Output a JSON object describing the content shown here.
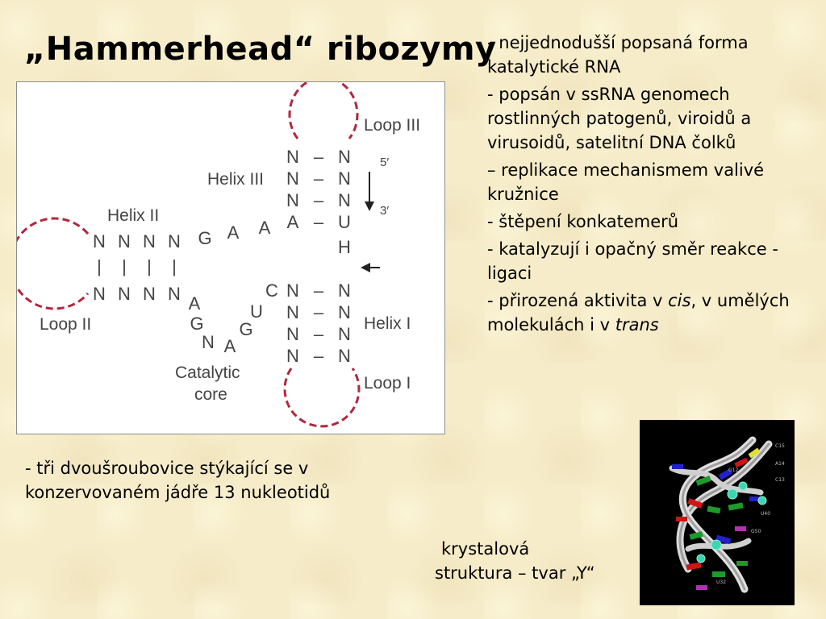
{
  "title": "„Hammerhead“ ribozymy",
  "bullets": [
    "- nejjednodušší popsaná forma katalytické RNA",
    "- popsán v ssRNA genomech rostlinných patogenů, viroidů a virusoidů, satelitní DNA čolků",
    "– replikace mechanismem valivé kružnice",
    "- štěpení konkatemerů",
    "- katalyzují i opačný směr reakce - ligaci",
    {
      "before": "- přirozená aktivita v ",
      "cis": "cis",
      "middle": ", v umělých molekulách i v ",
      "trans": "trans"
    }
  ],
  "diagram": {
    "labels": {
      "loop3": "Loop III",
      "helix3": "Helix III",
      "helix2": "Helix II",
      "loop2": "Loop II",
      "helix1": "Helix I",
      "loop1": "Loop I",
      "catalytic1": "Catalytic",
      "catalytic2": "core",
      "five_prime": "5′",
      "three_prime": "3′"
    },
    "helix3_rows": [
      [
        "N",
        "N"
      ],
      [
        "N",
        "N"
      ],
      [
        "N",
        "N"
      ],
      [
        "A",
        "U"
      ]
    ],
    "h_nucleotide": "H",
    "helix2_top": [
      "N",
      "N",
      "N",
      "N"
    ],
    "helix2_bottom": [
      "N",
      "N",
      "N",
      "N"
    ],
    "linker_top": [
      "G",
      "A",
      "A"
    ],
    "helix1_rows": [
      [
        "N",
        "N"
      ],
      [
        "N",
        "N"
      ],
      [
        "N",
        "N"
      ],
      [
        "N",
        "N"
      ]
    ],
    "core_c": "C",
    "core_seq": [
      "U",
      "G",
      "A",
      "N",
      "G",
      "A"
    ],
    "pair_dash": "–",
    "pair_bar": "|"
  },
  "bottom_note": "- tři dvoušroubovice stýkající se v konzervovaném jádře 13 nukleotidů",
  "caption": {
    "line1": "krystalová",
    "line2": "struktura – tvar „Y“"
  },
  "crystal_labels": [
    "C15",
    "A14",
    "G12",
    "C13",
    "U40",
    "G50",
    "U32"
  ],
  "colors": {
    "loop_dash": "#b0283f",
    "crystal_bg": "#000000"
  }
}
